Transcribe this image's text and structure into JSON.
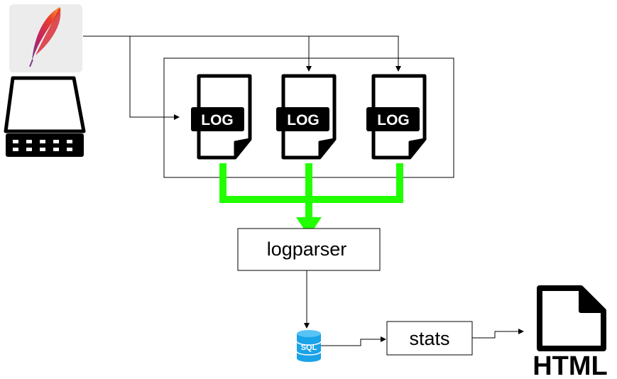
{
  "diagram": {
    "source": {
      "app_icon": "apache-feather-icon",
      "device_icon": "server-storage-icon"
    },
    "log_files": [
      {
        "label": "LOG",
        "icon": "log-file-icon"
      },
      {
        "label": "LOG",
        "icon": "log-file-icon"
      },
      {
        "label": "LOG",
        "icon": "log-file-icon"
      }
    ],
    "parser": {
      "label": "logparser"
    },
    "database": {
      "label": "SQL",
      "icon": "sql-database-icon"
    },
    "stats": {
      "label": "stats"
    },
    "output": {
      "label": "HTML",
      "icon": "html-file-icon"
    },
    "colors": {
      "flow_arrow": "#22ff00",
      "sql_blue": "#1aa3e8",
      "feather_red": "#d9232e",
      "feather_purple": "#7a3c8c",
      "feather_orange": "#f39a2b"
    }
  }
}
